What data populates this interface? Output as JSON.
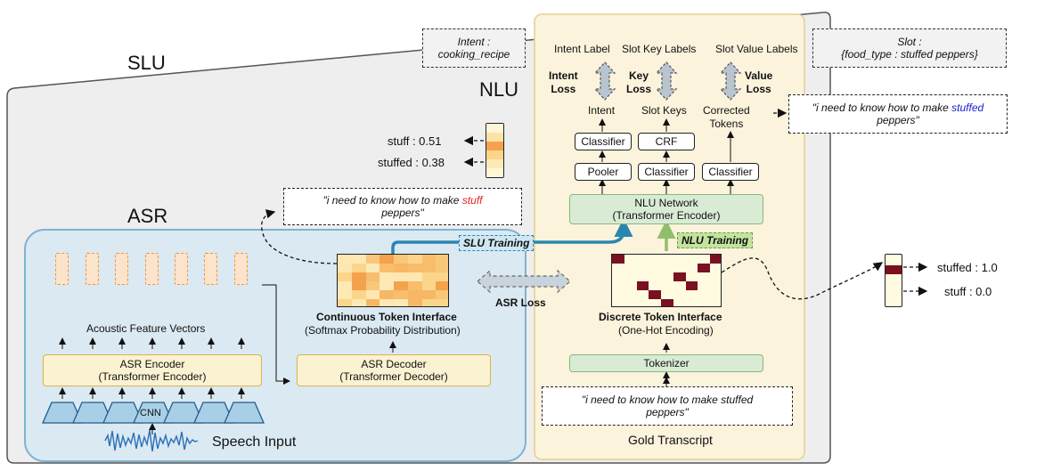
{
  "regions": {
    "slu": "SLU",
    "asr": "ASR",
    "nlu": "NLU"
  },
  "top_labels": {
    "intent_box": "Intent :\ncooking_recipe",
    "slot_box": "Slot :\n{food_type : stuffed peppers}",
    "intent_label": "Intent Label",
    "slot_key_labels": "Slot Key Labels",
    "slot_value_labels": "Slot Value Labels"
  },
  "losses": {
    "intent_loss": "Intent\nLoss",
    "key_loss": "Key\nLoss",
    "value_loss": "Value\nLoss",
    "asr_loss": "ASR Loss"
  },
  "nlu": {
    "intent": "Intent",
    "slot_keys": "Slot Keys",
    "corrected_tokens": "Corrected\nTokens",
    "classifier": "Classifier",
    "crf": "CRF",
    "pooler": "Pooler",
    "network": "NLU Network\n(Transformer Encoder)",
    "corrected_quote_pre": "\"i need to know how to make ",
    "corrected_quote_word": "stuffed",
    "corrected_quote_post": "\npeppers\""
  },
  "asr": {
    "acoustic_vectors": "Acoustic Feature Vectors",
    "encoder": "ASR Encoder\n(Transformer Encoder)",
    "decoder": "ASR Decoder\n(Transformer Decoder)",
    "cnn": "CNN",
    "speech_input": "Speech Input"
  },
  "interfaces": {
    "continuous_title": "Continuous Token Interface",
    "continuous_sub": "(Softmax Probability Distribution)",
    "discrete_title": "Discrete Token Interface",
    "discrete_sub": "(One-Hot Encoding)",
    "tokenizer": "Tokenizer"
  },
  "training": {
    "slu": "SLU Training",
    "nlu": "NLU Training"
  },
  "asr_hyp": {
    "pre": "\"i need to know how to make ",
    "word": "stuff",
    "post": "\npeppers\""
  },
  "probs_continuous": [
    {
      "label": "stuff : 0.51"
    },
    {
      "label": "stuffed : 0.38"
    }
  ],
  "probs_onehot": [
    {
      "label": "stuffed : 1.0"
    },
    {
      "label": "stuff : 0.0"
    }
  ],
  "gold": {
    "quote": "\"i need to know how to make stuffed\npeppers\"",
    "label": "Gold Transcript"
  },
  "colors": {
    "asr_region": "#dbe9f2",
    "nlu_region": "#fbf3dc",
    "slu_region": "#eeeeee",
    "slu_training": "#2a86b0",
    "nlu_training": "#8fbf6a",
    "onehot_dark": "#7a1020"
  }
}
